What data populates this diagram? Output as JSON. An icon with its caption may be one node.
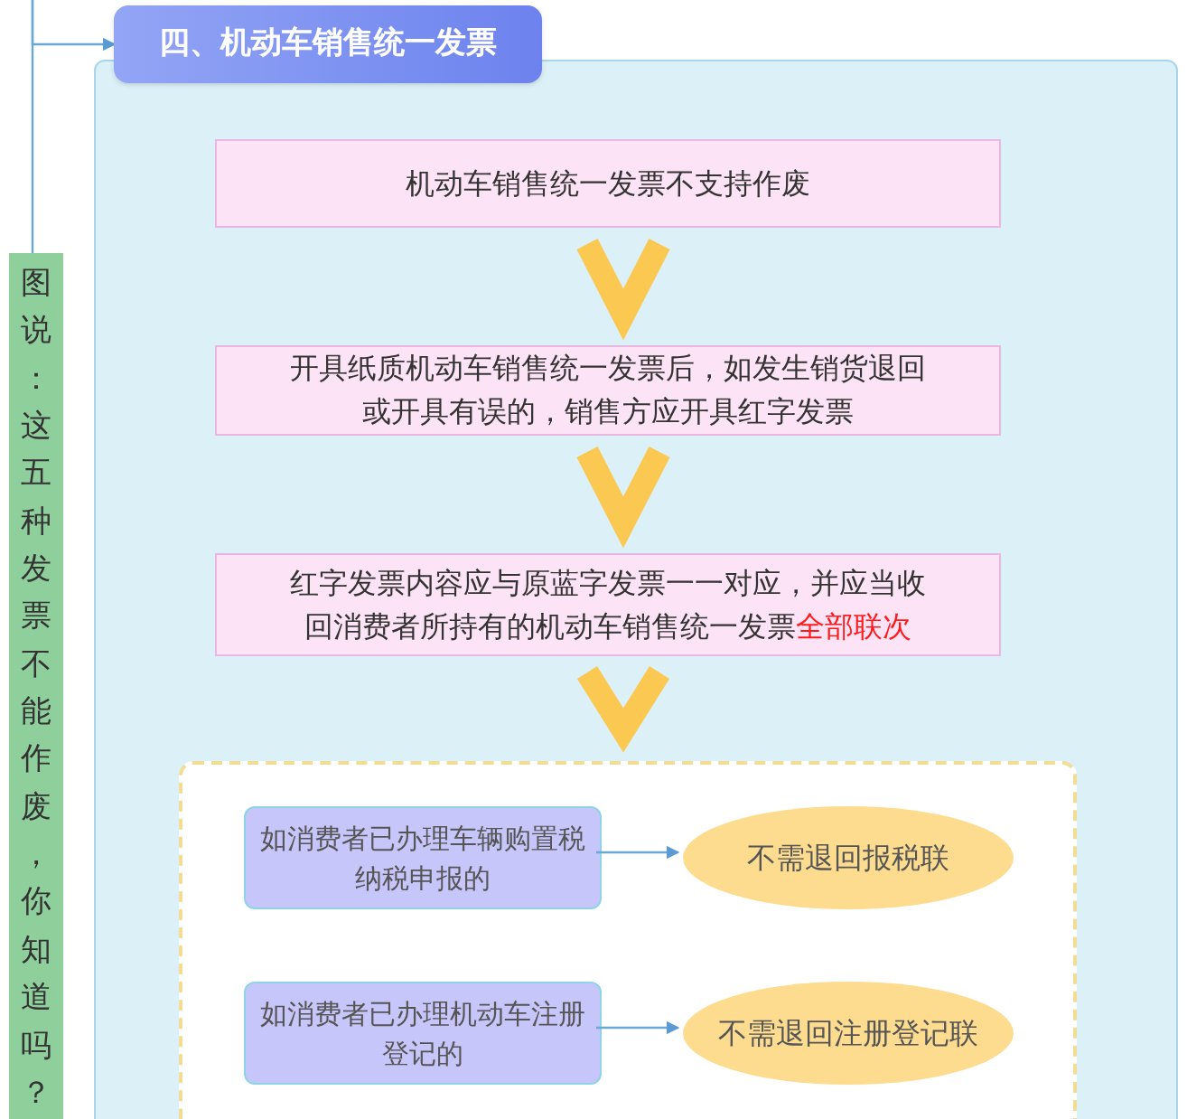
{
  "diagram": {
    "nodes": [
      {
        "text": [
          "图说：这五种发票不能作废，你知道吗？"
        ]
      },
      {
        "text": [
          "四、机动车销售统一发票"
        ]
      },
      {
        "text": [],
        "shape": "box"
      },
      {
        "text": [
          "机动车销售统一发票不支持作废"
        ],
        "in": 2
      },
      {
        "text": [
          "开具纸质机动车销售统一发票后，如发生销货退回或开具有误的，销售方应开具红字发票"
        ],
        "in": 2
      },
      {
        "text": [
          "红字发票内容应与原蓝字发票一一对应，并应当收回消费者所持有的机动车销售统一发票",
          "全部联次"
        ],
        "in": 2
      },
      {
        "text": [],
        "shape": "box",
        "in": 2
      },
      {
        "text": [
          "如消费者已办理车辆购置税纳税申报的"
        ],
        "in": 6
      },
      {
        "text": [
          "如消费者已办理机动车注册登记的"
        ],
        "in": 6
      },
      {
        "text": [
          "不需退回报税联"
        ],
        "in": 6
      },
      {
        "text": [
          "不需退回注册登记联"
        ],
        "in": 6
      }
    ],
    "edges": [
      {
        "from": null,
        "to": 1,
        "arrow": "to"
      },
      {
        "from": null,
        "to": 0,
        "arrow": "none"
      },
      {
        "from": 3,
        "to": 4,
        "arrow": "to",
        "style": "thick",
        "color": "#fbc852"
      },
      {
        "from": 4,
        "to": 5,
        "arrow": "to",
        "style": "thick",
        "color": "#fbc852"
      },
      {
        "from": 5,
        "to": 6,
        "arrow": "to",
        "style": "thick",
        "color": "#fbc852"
      },
      {
        "from": 7,
        "to": 9,
        "arrow": "to"
      },
      {
        "from": 8,
        "to": 10,
        "arrow": "to"
      }
    ]
  }
}
